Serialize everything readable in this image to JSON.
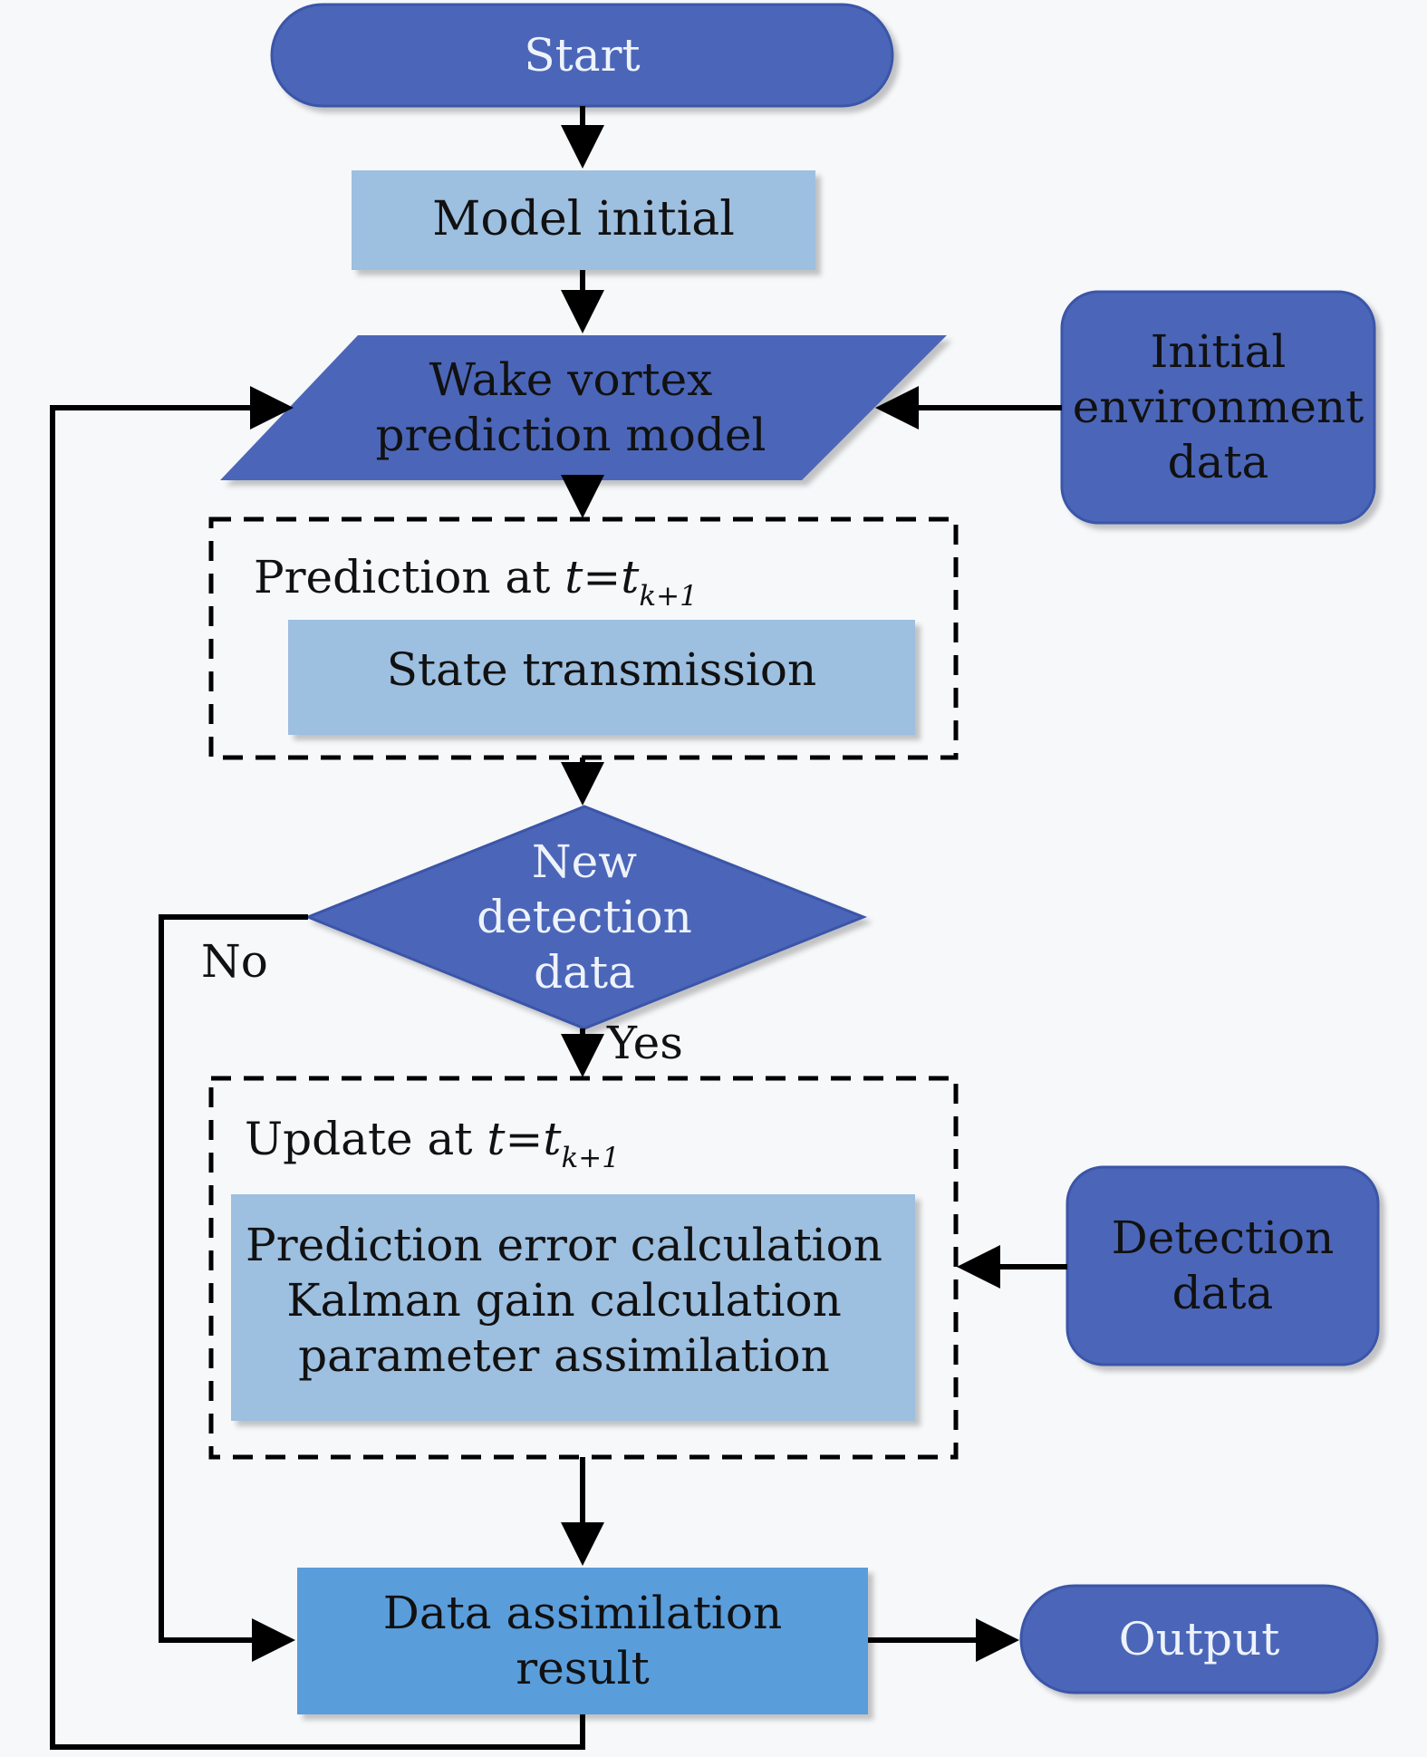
{
  "colors": {
    "dark_blue": "#4c66b8",
    "light_blue": "#9dbfe0",
    "medium_blue": "#5a9ddb",
    "line": "#000000",
    "background": "#f7f8fa"
  },
  "nodes": {
    "start": "Start",
    "model_initial": "Model initial",
    "wake_vortex": [
      "Wake vortex",
      "prediction model"
    ],
    "initial_env": [
      "Initial",
      "environment",
      "data"
    ],
    "prediction_block": {
      "label_prefix": "Prediction at",
      "t_var": "t",
      "equals": "=",
      "t_sym": "t",
      "t_sub": "k+1",
      "inner": "State transmission"
    },
    "decision": [
      "New",
      "detection",
      "data"
    ],
    "update_block": {
      "label_prefix": "Update at",
      "t_var": "t",
      "equals": "=",
      "t_sym": "t",
      "t_sub": "k+1",
      "inner": [
        "Prediction error calculation",
        "Kalman gain calculation",
        "parameter assimilation"
      ]
    },
    "detection_data": [
      "Detection",
      "data"
    ],
    "result": [
      "Data assimilation",
      "result"
    ],
    "output": "Output"
  },
  "edge_labels": {
    "no": "No",
    "yes": "Yes"
  }
}
